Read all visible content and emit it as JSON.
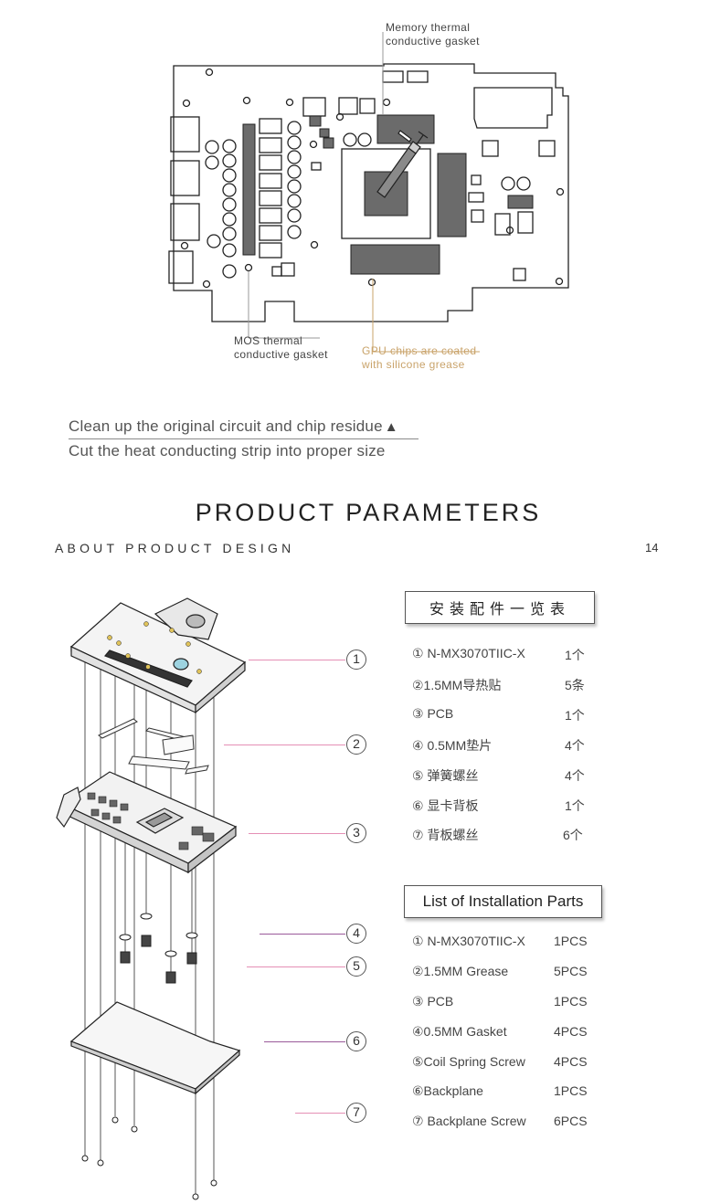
{
  "diagram": {
    "labels": {
      "memory": [
        "Memory thermal",
        "conductive gasket"
      ],
      "mos": [
        "MOS thermal",
        "conductive gasket"
      ],
      "gpu": [
        "GPU chips are coated",
        "with silicone grease"
      ]
    }
  },
  "steps": [
    {
      "text": "Clean up the original circuit and chip residue",
      "marker": "▲"
    },
    {
      "text": "Cut the heat conducting strip into proper size"
    }
  ],
  "section": {
    "title": "PRODUCT PARAMETERS",
    "subtitle": "ABOUT PRODUCT DESIGN",
    "page_number": "14"
  },
  "parts_cn": {
    "title": "安装配件一览表",
    "items": [
      {
        "name": "① N-MX3070TIIC-X",
        "qty": "1个"
      },
      {
        "name": "②1.5MM导热贴",
        "qty": "5条"
      },
      {
        "name": "③  PCB",
        "qty": "1个"
      },
      {
        "name": "④ 0.5MM垫片",
        "qty": "4个"
      },
      {
        "name": "⑤  弹簧螺丝",
        "qty": "4个"
      },
      {
        "name": "⑥  显卡背板",
        "qty": "1个"
      },
      {
        "name": "⑦  背板螺丝",
        "qty": "6个"
      }
    ]
  },
  "parts_en": {
    "title": "List of Installation Parts",
    "items": [
      {
        "name": "① N-MX3070TIIC-X",
        "qty": "1PCS"
      },
      {
        "name": "②1.5MM Grease",
        "qty": "5PCS"
      },
      {
        "name": "③ PCB",
        "qty": "1PCS"
      },
      {
        "name": "④0.5MM Gasket",
        "qty": "4PCS"
      },
      {
        "name": "⑤Coil Spring Screw",
        "qty": "4PCS"
      },
      {
        "name": "⑥Backplane",
        "qty": "1PCS"
      },
      {
        "name": "⑦ Backplane Screw",
        "qty": "6PCS"
      }
    ]
  },
  "callouts": [
    "1",
    "2",
    "3",
    "4",
    "5",
    "6",
    "7"
  ],
  "colors": {
    "leader": "#e58fb5",
    "gold": "#c9a36a",
    "gasket": "#666666"
  }
}
